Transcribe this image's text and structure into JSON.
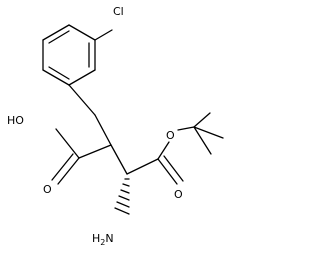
{
  "molecule": {
    "labels": {
      "chlorine": "Cl",
      "hydroxyl": "HO",
      "amine_main": "H",
      "amine_sub": "2",
      "amine_n": "N",
      "ester_oxygen": "O",
      "carbonyl_oxygen_ester": "O",
      "carbonyl_oxygen_acid": "O"
    },
    "colors": {
      "bond": "#000000",
      "label": "#000000",
      "background": "#ffffff"
    }
  }
}
